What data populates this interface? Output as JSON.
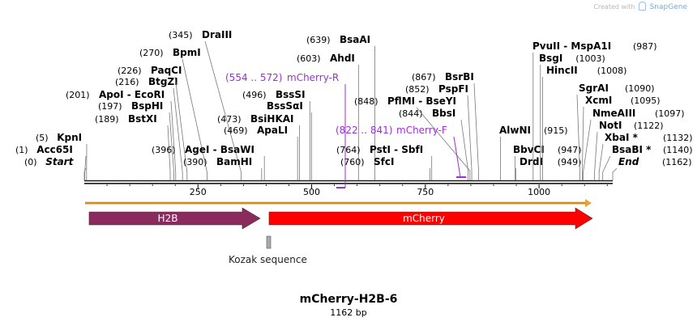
{
  "brand": {
    "prefix": "Created with",
    "name": "SnapGene"
  },
  "map": {
    "title": "mCherry-H2B-6",
    "length_label": "1162 bp",
    "length": 1162,
    "ruler_ticks": [
      "250",
      "500",
      "750",
      "1000"
    ],
    "left_sites": [
      {
        "pos": "(0)",
        "name": "Start",
        "italic": true
      },
      {
        "pos": "(1)",
        "name": "Acc65I"
      },
      {
        "pos": "(5)",
        "name": "KpnI"
      },
      {
        "pos": "(189)",
        "name": "BstXI"
      },
      {
        "pos": "(197)",
        "name": "BspHI"
      },
      {
        "pos": "(201)",
        "name": "ApoI  - EcoRI"
      },
      {
        "pos": "(216)",
        "name": "BtgZI"
      },
      {
        "pos": "(226)",
        "name": "PaqCI"
      },
      {
        "pos": "(270)",
        "name": "BpmI"
      },
      {
        "pos": "(345)",
        "name": "DraIII"
      }
    ],
    "low_sites": [
      {
        "pos": "(390)",
        "name": "BamHI"
      },
      {
        "pos": "(396)",
        "name": "AgeI  - BsaWI"
      }
    ],
    "mid_sites": [
      {
        "pos": "(469)",
        "name": "ApaLI"
      },
      {
        "pos": "(473)",
        "name": "BsiHKAI"
      },
      {
        "pos": "(496)",
        "name": "BssSI"
      },
      {
        "pos": "",
        "name": "BssSαI"
      },
      {
        "pos": "(603)",
        "name": "AhdI"
      },
      {
        "pos": "(639)",
        "name": "BsaAI"
      }
    ],
    "center_low_sites": [
      {
        "pos": "(760)",
        "name": "SfcI"
      },
      {
        "pos": "(764)",
        "name": "PstI  - SbfI"
      }
    ],
    "center_sites": [
      {
        "pos": "(844)",
        "name": "BbsI"
      },
      {
        "pos": "(848)",
        "name": "PflMI  - BseYI"
      },
      {
        "pos": "(852)",
        "name": "PspFI"
      },
      {
        "pos": "(867)",
        "name": "BsrBI"
      }
    ],
    "right_low_sites": [
      {
        "pos": "(949)",
        "name": "DrdI"
      },
      {
        "pos": "(947)",
        "name": "BbvCI"
      },
      {
        "pos": "(915)",
        "name": "AlwNI"
      }
    ],
    "right_top_sites": [
      {
        "pos": "(987)",
        "name": "PvuII  - MspA1I"
      },
      {
        "pos": "(1003)",
        "name": "BsgI"
      },
      {
        "pos": "(1008)",
        "name": "HincII"
      }
    ],
    "right_sites": [
      {
        "pos": "(1090)",
        "name": "SgrAI"
      },
      {
        "pos": "(1095)",
        "name": "XcmI"
      },
      {
        "pos": "(1097)",
        "name": "NmeAIII"
      },
      {
        "pos": "(1122)",
        "name": "NotI"
      },
      {
        "pos": "(1132)",
        "name": "XbaI *"
      },
      {
        "pos": "(1140)",
        "name": "BsaBI *"
      },
      {
        "pos": "(1162)",
        "name": "End",
        "italic": true
      }
    ],
    "primers": [
      {
        "range": "(554 .. 572)",
        "name": "mCherry-R"
      },
      {
        "range": "(822 .. 841)",
        "name": "mCherry-F"
      }
    ],
    "features": [
      {
        "name": "H2B",
        "color": "#8b2a5c"
      },
      {
        "name": "mCherry",
        "color": "#ff0000"
      }
    ],
    "small_feature": "Kozak sequence",
    "colors": {
      "primer": "#9b30d9",
      "orf": "#e8a23c",
      "backbone": "#1a1a1a"
    }
  }
}
